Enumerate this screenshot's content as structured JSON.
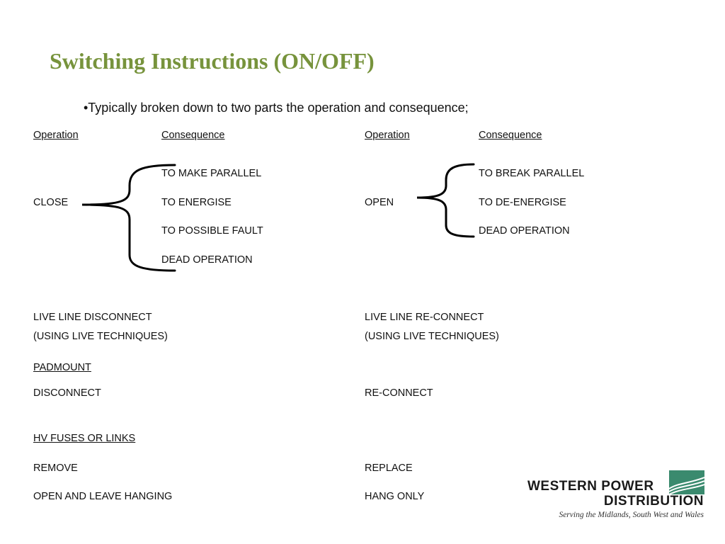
{
  "slide": {
    "title": "Switching Instructions (ON/OFF)",
    "bullet": "•Typically broken down to two parts the operation and consequence;"
  },
  "left": {
    "headers": {
      "operation": "Operation",
      "consequence": "Consequence"
    },
    "operation": "CLOSE",
    "consequences": [
      "TO MAKE PARALLEL",
      "TO ENERGISE",
      "TO POSSIBLE FAULT",
      "DEAD OPERATION"
    ]
  },
  "right": {
    "headers": {
      "operation": "Operation",
      "consequence": "Consequence"
    },
    "operation": "OPEN",
    "consequences": [
      "TO BREAK PARALLEL",
      "TO DE-ENERGISE",
      "DEAD OPERATION"
    ]
  },
  "live_line": {
    "left_line1": "LIVE LINE DISCONNECT",
    "left_line2": "(USING LIVE TECHNIQUES)",
    "right_line1": "LIVE LINE RE-CONNECT",
    "right_line2": "(USING LIVE TECHNIQUES)"
  },
  "padmount": {
    "heading": "PADMOUNT",
    "left": "DISCONNECT",
    "right": "RE-CONNECT"
  },
  "hv_fuses": {
    "heading": "HV FUSES OR LINKS",
    "left1": "REMOVE",
    "right1": "REPLACE",
    "left2": "OPEN AND LEAVE HANGING",
    "right2": "HANG ONLY"
  },
  "logo": {
    "line1": "WESTERN POWER",
    "line2": "DISTRIBUTION",
    "tagline": "Serving the Midlands, South West and Wales",
    "mark_color": "#3a8a6e"
  },
  "colors": {
    "title": "#77933c",
    "text": "#111111"
  }
}
